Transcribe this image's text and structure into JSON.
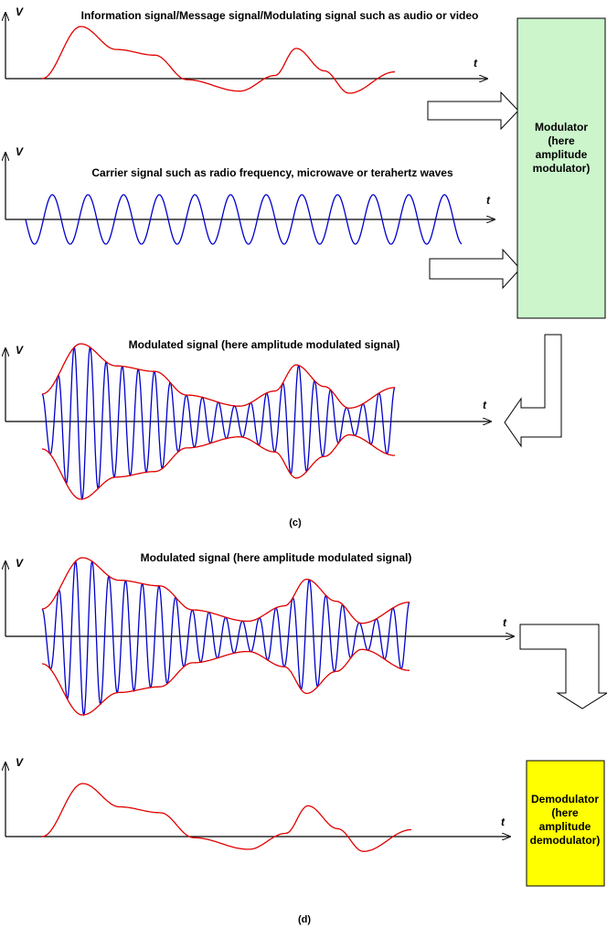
{
  "axis": {
    "v": "V",
    "t": "t"
  },
  "panels": {
    "information": {
      "title": "Information signal/Message signal/Modulating signal such as audio or video"
    },
    "carrier": {
      "title": "Carrier signal such as radio frequency, microwave or terahertz waves"
    },
    "modulated_c": {
      "title": "Modulated signal (here amplitude modulated signal)"
    },
    "modulated_d": {
      "title": "Modulated signal (here amplitude modulated signal)"
    }
  },
  "modulator": {
    "lines": [
      "Modulator",
      "(here",
      "amplitude",
      "modulator)"
    ],
    "color": "#ccf5cc"
  },
  "demodulator": {
    "lines": [
      "Demodulator",
      "(here",
      "amplitude",
      "demodulator)"
    ],
    "color": "#ffff00"
  },
  "labels": {
    "c": "(c)",
    "d": "(d)"
  },
  "colors": {
    "message": "#e00000",
    "carrier": "#0000cc",
    "axis": "#000000"
  }
}
